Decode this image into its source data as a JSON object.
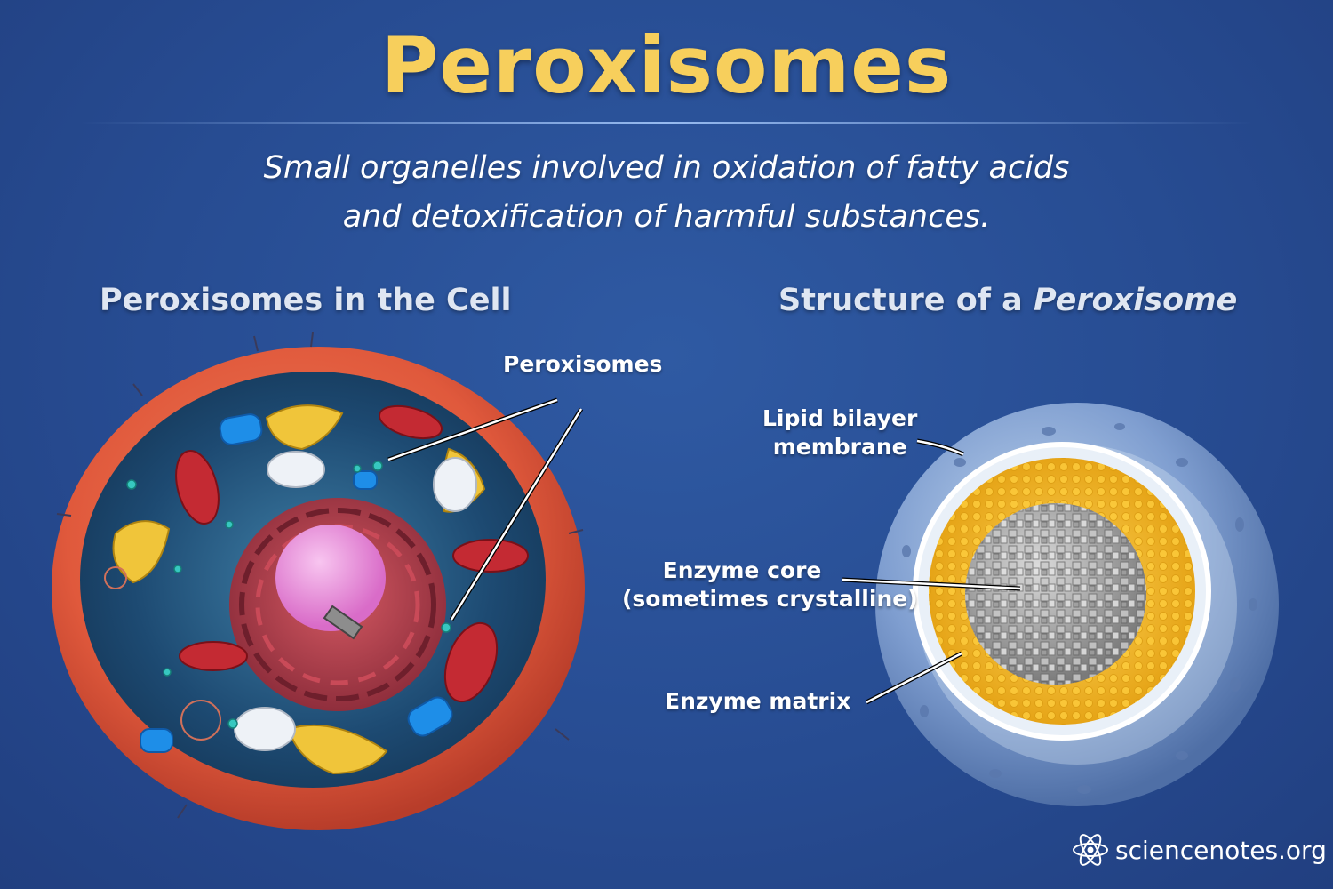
{
  "header": {
    "title": "Peroxisomes",
    "subtitle_line1": "Small organelles involved in oxidation of fatty acids",
    "subtitle_line2": "and detoxification of harmful substances."
  },
  "left_panel": {
    "title": "Peroxisomes in the Cell",
    "label_peroxisomes": "Peroxisomes"
  },
  "right_panel": {
    "title_prefix": "Structure of a ",
    "title_emphasis": "Peroxisome",
    "label_membrane_line1": "Lipid bilayer",
    "label_membrane_line2": "membrane",
    "label_core": "Enzyme core",
    "label_core_note": "(sometimes crystalline)",
    "label_matrix": "Enzyme matrix"
  },
  "footer": {
    "logo_text": "sciencenotes.org",
    "logo_icon": "atom-icon"
  },
  "colors": {
    "background": "#274c92",
    "title": "#f7cf5c",
    "cell_outer": "#e0593c",
    "cytoplasm": "#1d4a72",
    "nucleus": "#b8404c",
    "nucleolus": "#e98ad8",
    "peroxisome_dot": "#37c8c0",
    "membrane": "#8fb0d8",
    "matrix": "#f2b41e",
    "core": "#a8a8a8"
  }
}
